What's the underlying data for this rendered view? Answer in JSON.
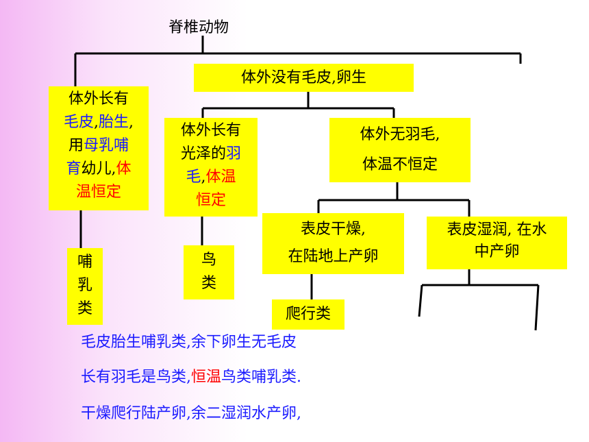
{
  "root": "脊椎动物",
  "node_no_fur": "体外没有毛皮,卵生",
  "mammal_desc": {
    "p1": "体外长有",
    "p2": "毛皮",
    "p3": ",",
    "p4": "胎生",
    "p5": ",",
    "p6": "用",
    "p7": "母乳哺",
    "p8": "育",
    "p9": "幼儿,",
    "p10": "体",
    "p11": "温恒定"
  },
  "mammal_label": [
    "哺",
    "乳",
    "类"
  ],
  "bird_desc": {
    "p1": "体外长有",
    "p2": "光泽的",
    "p3": "羽",
    "p4": "毛",
    "p5": ",",
    "p6": "体温",
    "p7": "恒定"
  },
  "bird_label": [
    "鸟",
    "类"
  ],
  "no_feather": [
    "体外无羽毛,",
    "体温不恒定"
  ],
  "dry_skin": [
    "表皮干燥,",
    "在陆地上产卵"
  ],
  "reptile_label": "爬行类",
  "moist_skin": [
    "表皮湿润, 在水",
    "中产卵"
  ],
  "summary": {
    "line1": "毛皮胎生哺乳类,余下卵生无毛皮",
    "line2_a": "长有羽毛是鸟类,",
    "line2_b": "恒温",
    "line2_c": "鸟类哺乳类.",
    "line3": "干燥爬行陆产卵,余二湿润水产卵,"
  },
  "colors": {
    "box": "#ffff00",
    "blue": "#1a1aff",
    "red": "#ff0000",
    "line": "#000000"
  }
}
